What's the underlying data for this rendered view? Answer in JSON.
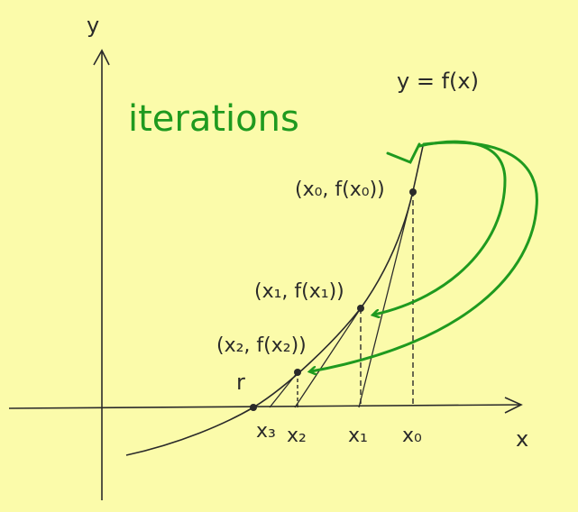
{
  "colors": {
    "background": "#fbfbaa",
    "ink": "#2a2a2a",
    "annotation_green": "#1f9a1f"
  },
  "axes": {
    "y_label": "y",
    "x_label": "x"
  },
  "curve": {
    "label": "y = f(x)"
  },
  "annotation": {
    "text": "iterations"
  },
  "points": [
    {
      "label": "(x₀, f(x₀))"
    },
    {
      "label": "(x₁, f(x₁))"
    },
    {
      "label": "(x₂, f(x₂))"
    }
  ],
  "root": {
    "label": "r"
  },
  "ticks": [
    "x₃",
    "x₂",
    "x₁",
    "x₀"
  ]
}
